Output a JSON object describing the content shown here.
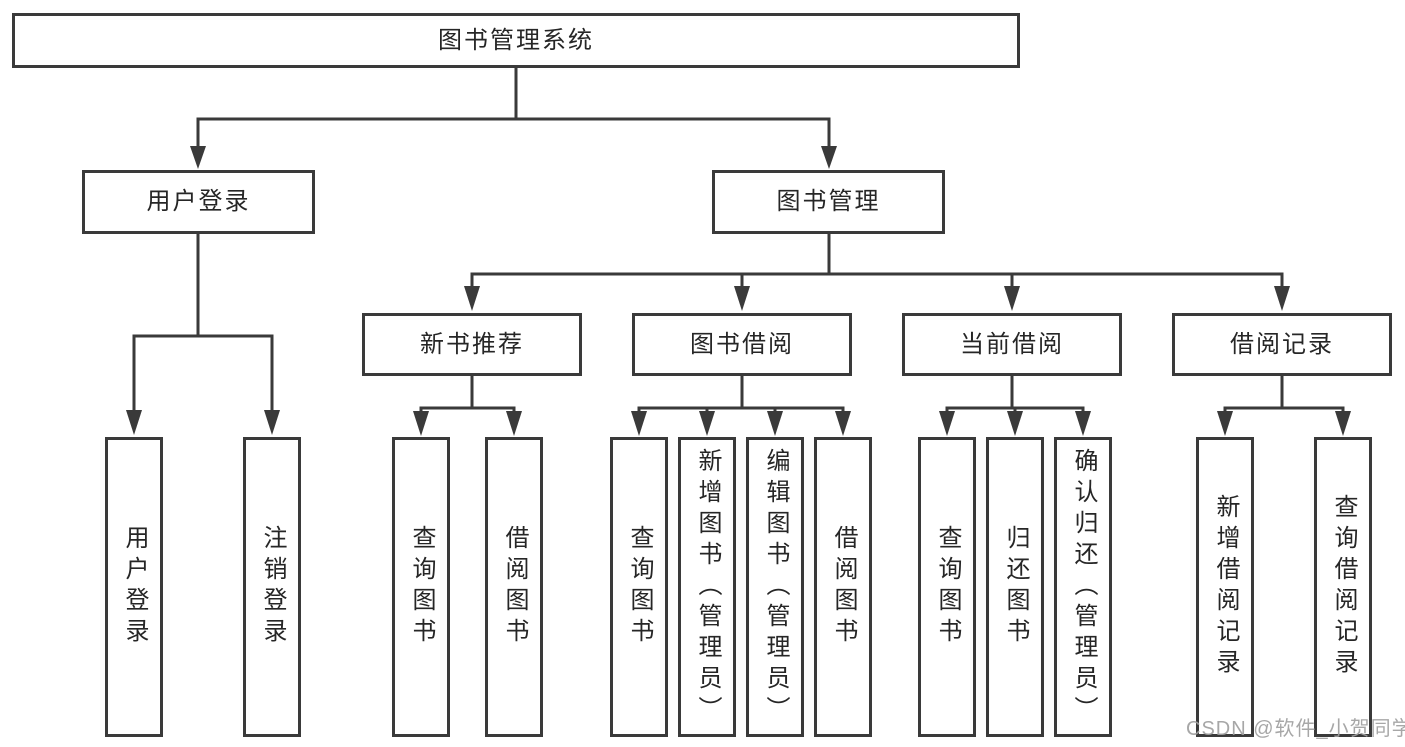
{
  "diagram": {
    "root": {
      "label": "图书管理系统"
    },
    "level2": [
      {
        "label": "用户登录"
      },
      {
        "label": "图书管理"
      }
    ],
    "level3": [
      {
        "label": "新书推荐"
      },
      {
        "label": "图书借阅"
      },
      {
        "label": "当前借阅"
      },
      {
        "label": "借阅记录"
      }
    ],
    "leaves": [
      {
        "label": "用户登录"
      },
      {
        "label": "注销登录"
      },
      {
        "label": "查询图书"
      },
      {
        "label": "借阅图书"
      },
      {
        "label": "查询图书"
      },
      {
        "label": "新增图书（管理员）"
      },
      {
        "label": "编辑图书（管理员）"
      },
      {
        "label": "借阅图书"
      },
      {
        "label": "查询图书"
      },
      {
        "label": "归还图书"
      },
      {
        "label": "确认归还（管理员）"
      },
      {
        "label": "新增借阅记录"
      },
      {
        "label": "查询借阅记录"
      }
    ]
  },
  "watermark": {
    "text": "CSDN @软件_小贺同学"
  },
  "colors": {
    "line": "#3a3a3a",
    "text": "#262626",
    "watermark": "#a0a0a0",
    "background": "#ffffff"
  }
}
